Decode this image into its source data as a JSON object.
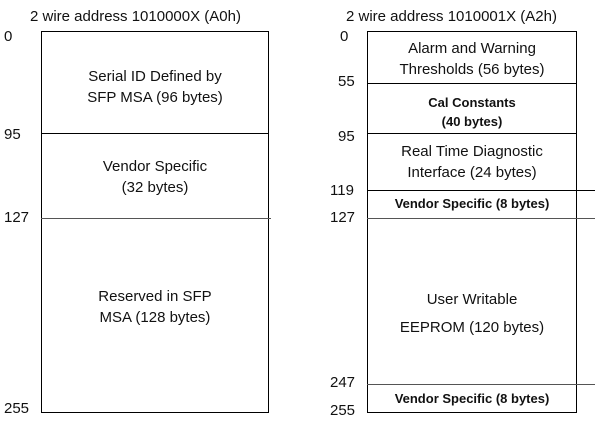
{
  "left": {
    "title": "2 wire address 1010000X (A0h)",
    "addresses": [
      "0",
      "95",
      "127",
      "255"
    ],
    "sections": [
      {
        "line1": "Serial ID Defined by",
        "line2": "SFP MSA (96 bytes)"
      },
      {
        "line1": "Vendor Specific",
        "line2": "(32 bytes)"
      },
      {
        "line1": "Reserved in SFP",
        "line2": "MSA (128 bytes)"
      }
    ]
  },
  "right": {
    "title": "2 wire address 1010001X (A2h)",
    "addresses": [
      "0",
      "55",
      "95",
      "119",
      "127",
      "247",
      "255"
    ],
    "sections": [
      {
        "line1": "Alarm and Warning",
        "line2": "Thresholds (56 bytes)"
      },
      {
        "line1": "Cal Constants",
        "line2": "(40 bytes)"
      },
      {
        "line1": "Real Time Diagnostic",
        "line2": "Interface (24 bytes)"
      },
      {
        "line1": "Vendor Specific (8 bytes)"
      },
      {
        "line1": "User Writable",
        "line2": "EEPROM (120 bytes)"
      },
      {
        "line1": "Vendor Specific (8 bytes)"
      }
    ]
  }
}
